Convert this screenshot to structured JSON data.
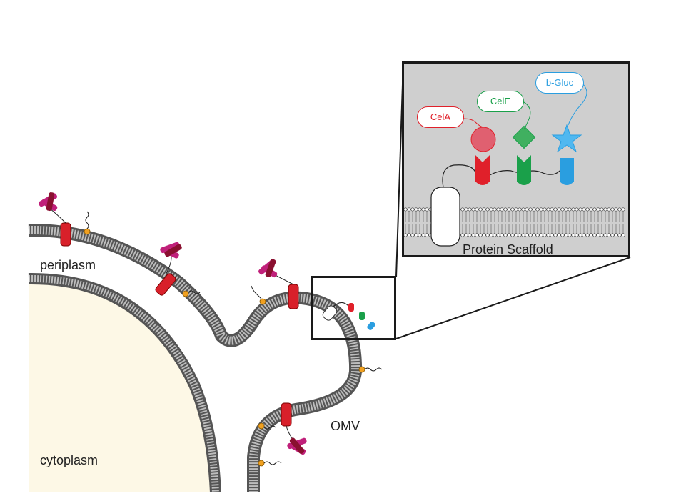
{
  "labels": {
    "periplasm": "periplasm",
    "cytoplasm": "cytoplasm",
    "omv": "OMV",
    "scaffold": "Protein Scaffold"
  },
  "enzymes": [
    {
      "name": "CelA",
      "color": "#e0202a",
      "shape": "circle"
    },
    {
      "name": "CelE",
      "color": "#1aa04a",
      "shape": "diamond"
    },
    {
      "name": "b-Gluc",
      "color": "#2a9ee0",
      "shape": "star"
    }
  ],
  "colors": {
    "membrane": "#6f6f6f",
    "cytoplasm_fill": "#fdf8e6",
    "inset_background": "#cfcfcf",
    "transporter_red": "#d8202a",
    "protein_magenta": "#c0207a",
    "lipid_orange": "#f0a020"
  }
}
